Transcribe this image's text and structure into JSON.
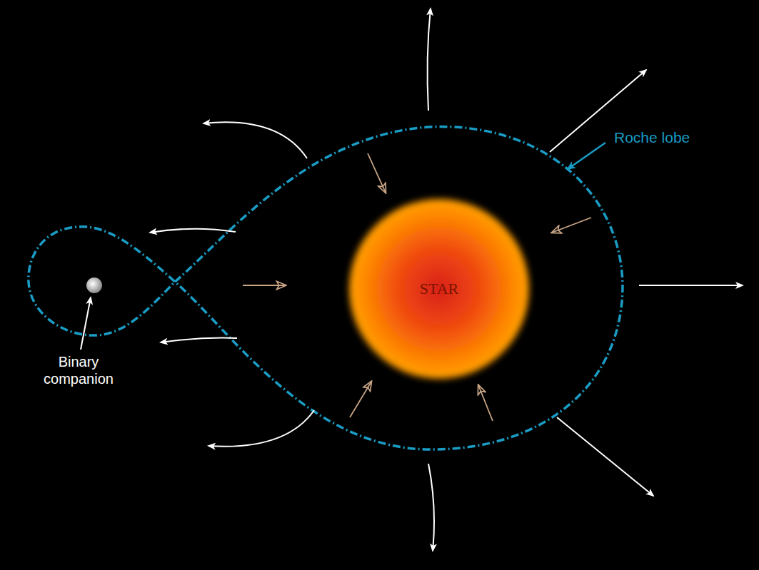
{
  "diagram": {
    "nodes": [
      {
        "text": [
          "STAR"
        ]
      }
    ],
    "labels": [
      "Roche lobe",
      "Binary companion"
    ]
  }
}
